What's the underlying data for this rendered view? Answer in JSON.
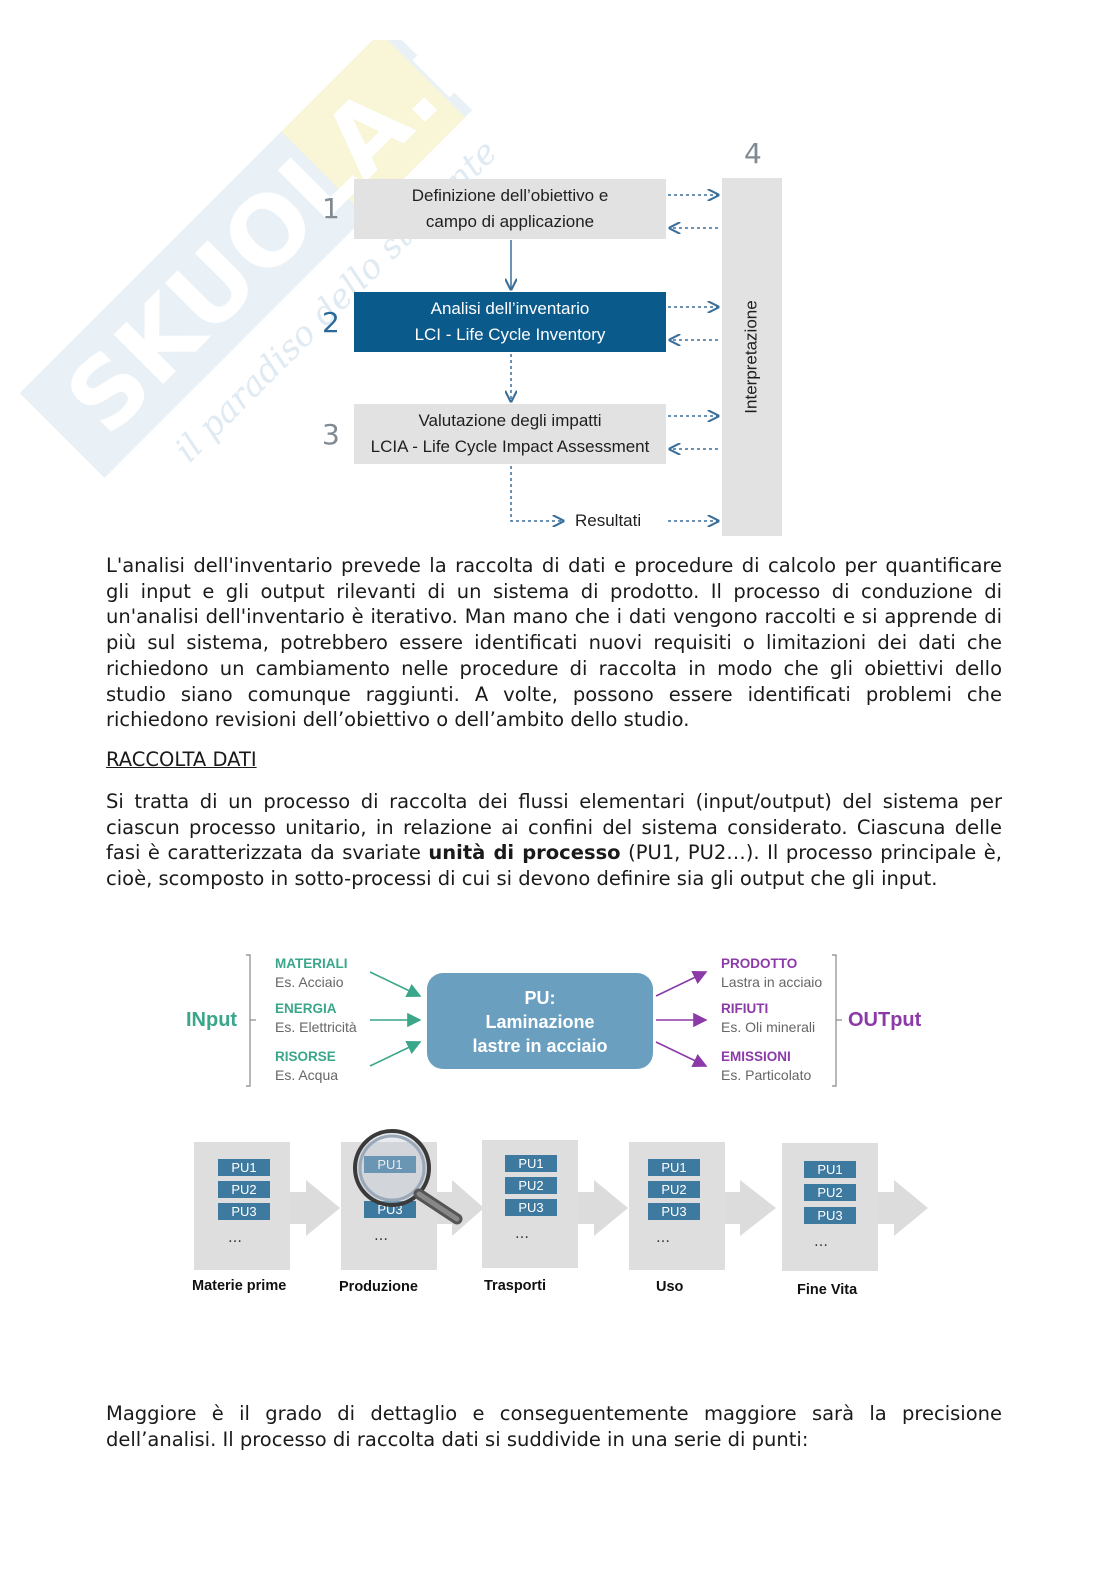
{
  "watermark": {
    "brand": "SKUOLA.net",
    "tagline": "il paradiso dello studente"
  },
  "lca_diagram": {
    "phases": [
      {
        "num": "1",
        "line1": "Definizione dell’obiettivo e",
        "line2": "campo di applicazione"
      },
      {
        "num": "2",
        "line1": "Analisi dell’inventario",
        "line2": "LCI - Life Cycle Inventory"
      },
      {
        "num": "3",
        "line1": "Valutazione degli impatti",
        "line2": "LCIA - Life Cycle Impact Assessment"
      }
    ],
    "interpretation_num": "4",
    "interpretation_label": "Interpretazione",
    "results_label": "Resultati",
    "colors": {
      "box": "#e2e2e2",
      "highlight": "#0b5a8c",
      "arrow": "#3a6f9a"
    }
  },
  "text": {
    "paragraph1": "L'analisi dell'inventario prevede la raccolta di dati e procedure di calcolo per quantificare gli input e gli output rilevanti di un sistema di prodotto. Il processo di conduzione di un'analisi dell'inventario è iterativo. Man mano che i dati vengono raccolti e si apprende di più sul sistema, potrebbero essere identificati nuovi requisiti o limitazioni dei dati che richiedono un cambiamento nelle procedure di raccolta in modo che gli obiettivi dello studio siano comunque raggiunti. A volte, possono essere identificati problemi che richiedono revisioni dell’obiettivo o dell’ambito dello studio.",
    "heading": "RACCOLTA DATI",
    "paragraph2_before": "Si tratta di un processo di raccolta dei flussi elementari (input/output) del sistema per ciascun processo unitario, in relazione ai confini del sistema considerato. Ciascuna delle fasi è caratterizzata da svariate ",
    "paragraph2_bold": "unità di processo",
    "paragraph2_after": " (PU1, PU2…). Il processo principale è, cioè, scomposto in sotto-processi di cui si devono definire sia gli output che gli input.",
    "paragraph3": "Maggiore è il grado di dettaglio e conseguentemente maggiore sarà la precisione dell’analisi. Il processo di raccolta dati si suddivide in una serie di punti:"
  },
  "pu_diagram": {
    "input_label": "INput",
    "output_label": "OUTput",
    "inputs": [
      {
        "title": "MATERIALI",
        "example": "Es. Acciaio"
      },
      {
        "title": "ENERGIA",
        "example": "Es. Elettricità"
      },
      {
        "title": "RISORSE",
        "example": "Es. Acqua"
      }
    ],
    "outputs": [
      {
        "title": "PRODOTTO",
        "example": "Lastra in acciaio"
      },
      {
        "title": "RIFIUTI",
        "example": "Es. Oli minerali"
      },
      {
        "title": "EMISSIONI",
        "example": "Es. Particolato"
      }
    ],
    "center": {
      "line1": "PU:",
      "line2": "Laminazione",
      "line3": "lastre in acciaio"
    },
    "colors": {
      "input": "#3aa68a",
      "output": "#8b3aa8",
      "center": "#6a9fc0"
    }
  },
  "stages": {
    "units": [
      "PU1",
      "PU2",
      "PU3"
    ],
    "ellipsis": "…",
    "labels": [
      "Materie prime",
      "Produzione",
      "Trasporti",
      "Uso",
      "Fine Vita"
    ]
  }
}
